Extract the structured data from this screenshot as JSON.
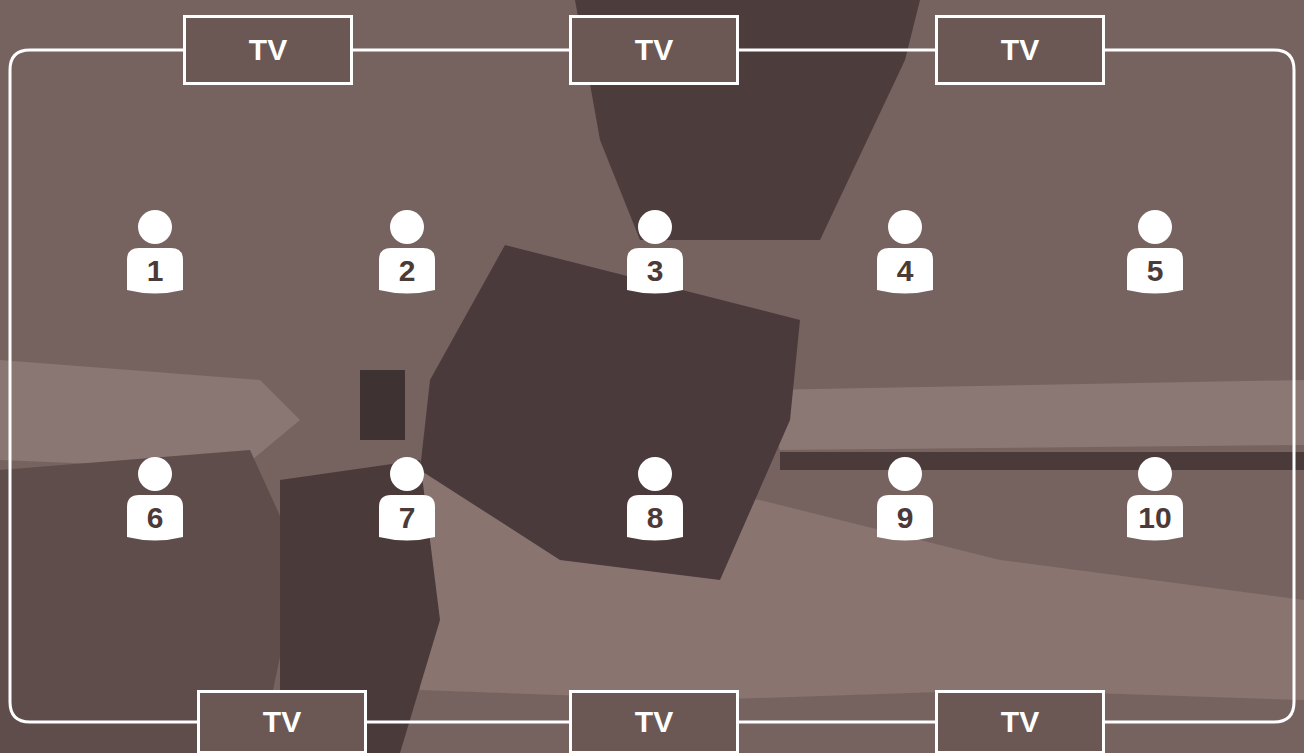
{
  "diagram": {
    "nodes": [
      {
        "text": [
          "TV"
        ]
      },
      {
        "text": [
          "TV"
        ]
      },
      {
        "text": [
          "TV"
        ]
      },
      {
        "text": [
          "1"
        ]
      },
      {
        "text": [
          "2"
        ]
      },
      {
        "text": [
          "3"
        ]
      },
      {
        "text": [
          "4"
        ]
      },
      {
        "text": [
          "5"
        ]
      },
      {
        "text": [
          "6"
        ]
      },
      {
        "text": [
          "7"
        ]
      },
      {
        "text": [
          "8"
        ]
      },
      {
        "text": [
          "9"
        ]
      },
      {
        "text": [
          "10"
        ]
      },
      {
        "text": [
          "TV"
        ]
      },
      {
        "text": [
          "TV"
        ]
      },
      {
        "text": [
          "TV"
        ]
      }
    ],
    "edges": [
      {
        "from": 0,
        "to": 1,
        "arrow": "none"
      },
      {
        "from": 1,
        "to": 2,
        "arrow": "none"
      },
      {
        "from": 0,
        "to": 13,
        "arrow": "none"
      },
      {
        "from": 2,
        "to": 15,
        "arrow": "none"
      },
      {
        "from": 13,
        "to": 14,
        "arrow": "none"
      },
      {
        "from": 14,
        "to": 15,
        "arrow": "none"
      }
    ]
  }
}
